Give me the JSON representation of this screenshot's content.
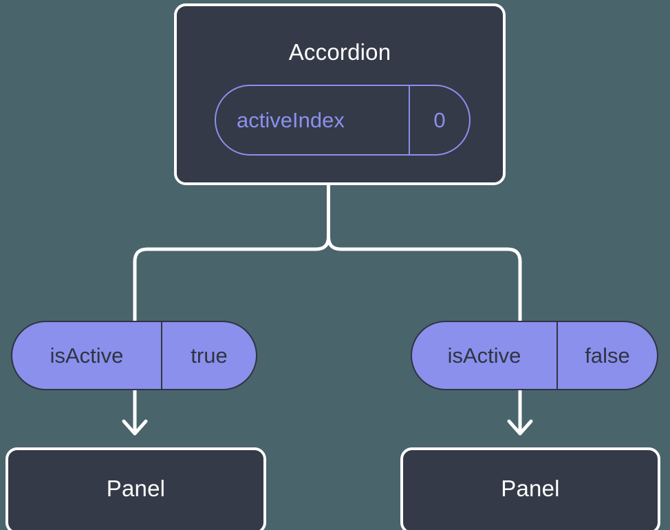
{
  "theme": {
    "background": "#4a646c",
    "node_fill": "#343a48",
    "node_border": "#ffffff",
    "accent_purple": "#8b90ed",
    "pill_text_dark": "#2f3441",
    "title_text": "#ffffff"
  },
  "diagram": {
    "type": "component-tree",
    "root": {
      "title": "Accordion",
      "state_pill": {
        "key": "activeIndex",
        "value": "0",
        "style": "outlined"
      }
    },
    "branches": [
      {
        "prop_pill": {
          "key": "isActive",
          "value": "true",
          "style": "filled"
        },
        "child": {
          "title": "Panel"
        }
      },
      {
        "prop_pill": {
          "key": "isActive",
          "value": "false",
          "style": "filled"
        },
        "child": {
          "title": "Panel"
        }
      }
    ],
    "connectors": {
      "split_label": "fork-connector",
      "arrow_label": "arrow-down"
    }
  }
}
